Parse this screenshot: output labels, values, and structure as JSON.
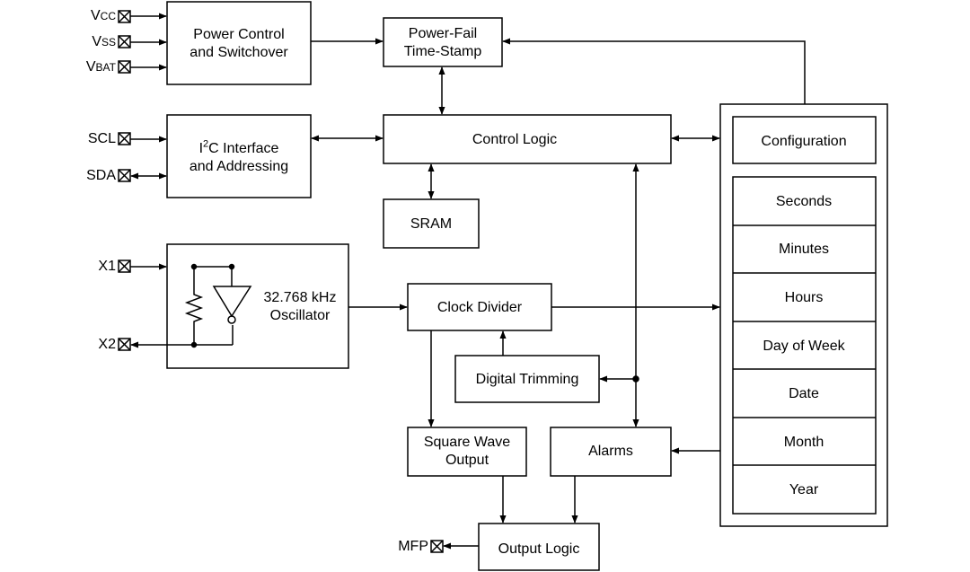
{
  "pins": {
    "vcc": {
      "main": "V",
      "rest": "CC"
    },
    "vss": {
      "main": "V",
      "rest": "SS"
    },
    "vbat": {
      "main": "V",
      "rest": "BAT"
    },
    "scl": "SCL",
    "sda": "SDA",
    "x1": "X1",
    "x2": "X2",
    "mfp": "MFP"
  },
  "blocks": {
    "power_control": [
      "Power Control",
      "and Switchover"
    ],
    "power_fail": [
      "Power-Fail",
      "Time-Stamp"
    ],
    "control_logic": "Control Logic",
    "i2c": {
      "prefix": "I",
      "sup": "2",
      "rest": "C Interface",
      "line2": "and Addressing"
    },
    "sram": "SRAM",
    "oscillator": [
      "32.768 kHz",
      "Oscillator"
    ],
    "clock_divider": "Clock Divider",
    "digital_trimming": "Digital Trimming",
    "square_wave": [
      "Square Wave",
      "Output"
    ],
    "alarms": "Alarms",
    "output_logic": "Output Logic"
  },
  "registers": {
    "configuration": "Configuration",
    "items": [
      "Seconds",
      "Minutes",
      "Hours",
      "Day of Week",
      "Date",
      "Month",
      "Year"
    ]
  }
}
